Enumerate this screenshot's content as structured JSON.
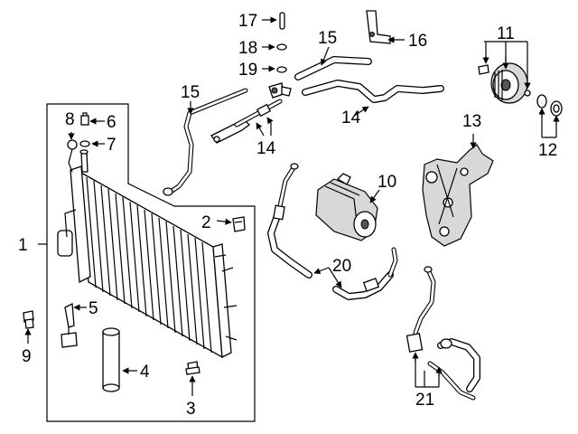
{
  "diagram": {
    "callouts": [
      {
        "id": "c1",
        "text": "1"
      },
      {
        "id": "c2",
        "text": "2"
      },
      {
        "id": "c3",
        "text": "3"
      },
      {
        "id": "c4",
        "text": "4"
      },
      {
        "id": "c5",
        "text": "5"
      },
      {
        "id": "c6",
        "text": "6"
      },
      {
        "id": "c7",
        "text": "7"
      },
      {
        "id": "c8",
        "text": "8"
      },
      {
        "id": "c9",
        "text": "9"
      },
      {
        "id": "c10",
        "text": "10"
      },
      {
        "id": "c11",
        "text": "11"
      },
      {
        "id": "c12",
        "text": "12"
      },
      {
        "id": "c13",
        "text": "13"
      },
      {
        "id": "c14a",
        "text": "14"
      },
      {
        "id": "c14b",
        "text": "14"
      },
      {
        "id": "c15a",
        "text": "15"
      },
      {
        "id": "c15b",
        "text": "15"
      },
      {
        "id": "c16",
        "text": "16"
      },
      {
        "id": "c17",
        "text": "17"
      },
      {
        "id": "c18",
        "text": "18"
      },
      {
        "id": "c19",
        "text": "19"
      },
      {
        "id": "c20",
        "text": "20"
      },
      {
        "id": "c21",
        "text": "21"
      }
    ]
  }
}
